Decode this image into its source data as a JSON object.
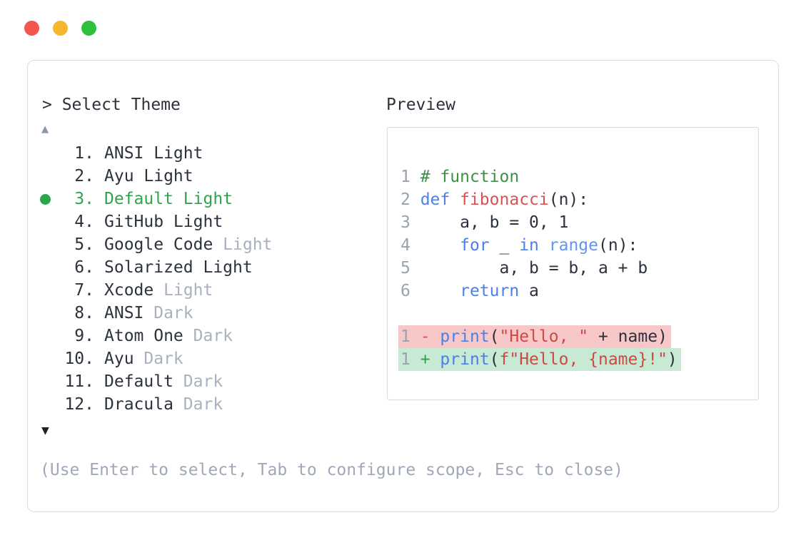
{
  "window": {
    "traffic_lights": [
      {
        "name": "close",
        "color_key": "tl_red"
      },
      {
        "name": "minimize",
        "color_key": "tl_yellow"
      },
      {
        "name": "zoom",
        "color_key": "tl_green"
      }
    ]
  },
  "selector": {
    "prompt": "> Select Theme",
    "scroll_up_icon": "▲",
    "scroll_down_icon": "▼",
    "items": [
      {
        "number": "1.",
        "name": "ANSI Light",
        "muted": "",
        "selected": false
      },
      {
        "number": "2.",
        "name": "Ayu Light",
        "muted": "",
        "selected": false
      },
      {
        "number": "3.",
        "name": "Default Light",
        "muted": "",
        "selected": true
      },
      {
        "number": "4.",
        "name": "GitHub Light",
        "muted": "",
        "selected": false
      },
      {
        "number": "5.",
        "name": "Google Code",
        "muted": "Light",
        "selected": false
      },
      {
        "number": "6.",
        "name": "Solarized Light",
        "muted": "",
        "selected": false
      },
      {
        "number": "7.",
        "name": "Xcode",
        "muted": "Light",
        "selected": false
      },
      {
        "number": "8.",
        "name": "ANSI",
        "muted": "Dark",
        "selected": false
      },
      {
        "number": "9.",
        "name": "Atom One",
        "muted": "Dark",
        "selected": false
      },
      {
        "number": "10.",
        "name": "Ayu",
        "muted": "Dark",
        "selected": false
      },
      {
        "number": "11.",
        "name": "Default",
        "muted": "Dark",
        "selected": false
      },
      {
        "number": "12.",
        "name": "Dracula",
        "muted": "Dark",
        "selected": false
      }
    ],
    "help": "(Use Enter to select, Tab to configure scope, Esc to close)"
  },
  "preview": {
    "label": "Preview",
    "code_lines": [
      {
        "num": "1",
        "tokens": [
          [
            "# function",
            "comment"
          ]
        ]
      },
      {
        "num": "2",
        "tokens": [
          [
            "def",
            "keyword"
          ],
          [
            " ",
            "plain"
          ],
          [
            "fibonacci",
            "defname"
          ],
          [
            "(n):",
            "plain"
          ]
        ]
      },
      {
        "num": "3",
        "tokens": [
          [
            "    a, b = 0, 1",
            "plain"
          ]
        ]
      },
      {
        "num": "4",
        "tokens": [
          [
            "    ",
            "plain"
          ],
          [
            "for",
            "keyword"
          ],
          [
            " _ ",
            "plain"
          ],
          [
            "in",
            "keyword"
          ],
          [
            " ",
            "plain"
          ],
          [
            "range",
            "call"
          ],
          [
            "(n):",
            "plain"
          ]
        ]
      },
      {
        "num": "5",
        "tokens": [
          [
            "        a, b = b, a + b",
            "plain"
          ]
        ]
      },
      {
        "num": "6",
        "tokens": [
          [
            "    ",
            "plain"
          ],
          [
            "return",
            "keyword"
          ],
          [
            " a",
            "plain"
          ]
        ]
      },
      {
        "num": "",
        "tokens": []
      }
    ],
    "diff_lines": [
      {
        "num": "1",
        "sign": "-",
        "kind": "removed",
        "tokens": [
          [
            "print",
            "keyword"
          ],
          [
            "(",
            "plain"
          ],
          [
            "\"Hello, \"",
            "string"
          ],
          [
            " + name)",
            "plain"
          ]
        ]
      },
      {
        "num": "1",
        "sign": "+",
        "kind": "added",
        "tokens": [
          [
            "print",
            "keyword"
          ],
          [
            "(",
            "plain"
          ],
          [
            "f\"Hello, {name}!\"",
            "string"
          ],
          [
            ")",
            "plain"
          ]
        ]
      }
    ]
  },
  "colors": {
    "text_dark": "#2c323c",
    "text_muted": "#a9b1bf",
    "help_gray": "#9fa8b8",
    "border": "#d8dce3",
    "border_inner": "#d5d9e0",
    "accent_green": "#2fa44e",
    "comment_green": "#3f9145",
    "keyword_blue": "#4a80e8",
    "call_blue": "#5f97ef",
    "name_red": "#d85252",
    "string_red": "#cc4a45",
    "minus_red": "#d85050",
    "plus_green": "#2aa34b",
    "removed_bg": "#f8c7c7",
    "added_bg": "#c8e9d4",
    "line_num": "#9aa2ae",
    "arrow_up": "#8a97ac",
    "arrow_down": "#1d2127",
    "tl_red": "#f3554f",
    "tl_yellow": "#f5b72e",
    "tl_green": "#2ec03c"
  }
}
